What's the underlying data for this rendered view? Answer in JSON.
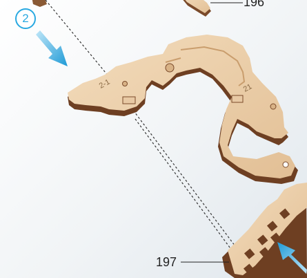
{
  "step_number": "2",
  "callouts": {
    "top": "196",
    "bottom": "197"
  },
  "part_labels": {
    "left_piece": "2-1",
    "right_piece": "21"
  },
  "colors": {
    "accent": "#29a9e1",
    "wood_face": "#e8c9a4",
    "wood_edge": "#7a4a2a",
    "callout_text": "#222222"
  },
  "icons": {
    "arrow_top_left": "blue-arrow-icon",
    "arrow_bottom_right": "blue-arrow-icon"
  }
}
